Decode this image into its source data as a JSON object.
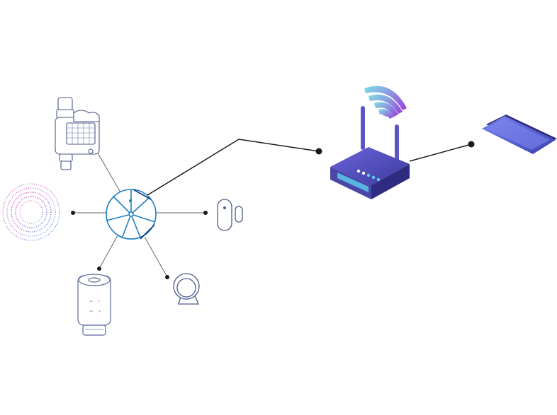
{
  "diagram": {
    "nodes": [
      {
        "id": "hub",
        "icon": "smart-hub-icon"
      },
      {
        "id": "irrigation",
        "icon": "irrigation-controller-icon"
      },
      {
        "id": "light",
        "icon": "ceiling-light-icon"
      },
      {
        "id": "door",
        "icon": "door-sensor-icon"
      },
      {
        "id": "thermostat",
        "icon": "radiator-thermostat-icon"
      },
      {
        "id": "camera",
        "icon": "camera-icon"
      },
      {
        "id": "router",
        "icon": "wifi-router-icon"
      },
      {
        "id": "phone",
        "icon": "smartphone-icon"
      }
    ],
    "edges": [
      {
        "from": "hub",
        "to": "irrigation"
      },
      {
        "from": "hub",
        "to": "light"
      },
      {
        "from": "hub",
        "to": "door"
      },
      {
        "from": "hub",
        "to": "thermostat"
      },
      {
        "from": "hub",
        "to": "camera"
      },
      {
        "from": "hub",
        "to": "router"
      },
      {
        "from": "router",
        "to": "phone"
      }
    ],
    "colors": {
      "line": "#1a1a1a",
      "hub": "#1f7fc4",
      "device_outline": "#5a6a9a",
      "router_body": "#4a46a8",
      "router_glow": "#5ad0f0",
      "phone": "#5a5fd0",
      "wifi_gradient_start": "#7ee0e8",
      "wifi_gradient_end": "#9a3fd8",
      "light_ring_start": "#e040b0",
      "light_ring_end": "#3aa0e8"
    }
  }
}
